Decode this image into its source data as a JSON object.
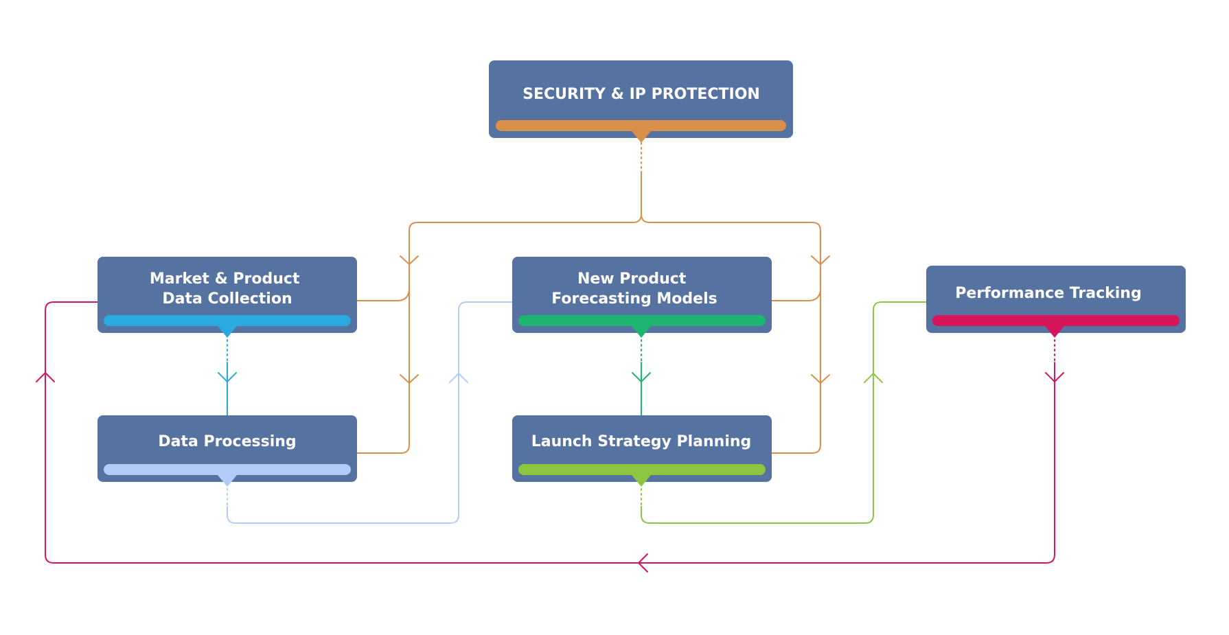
{
  "diagram": {
    "nodes": [
      {
        "id": "security",
        "lines": [
          "SECURITY & IP PROTECTION"
        ],
        "accent": "#D98F4A"
      },
      {
        "id": "market",
        "lines": [
          "Market & Product",
          "Data Collection"
        ],
        "accent": "#2AA9E0"
      },
      {
        "id": "forecast",
        "lines": [
          "New Product",
          "Forecasting Models"
        ],
        "accent": "#1DB56F"
      },
      {
        "id": "performance",
        "lines": [
          "Performance Tracking"
        ],
        "accent": "#D6145C"
      },
      {
        "id": "processing",
        "lines": [
          "Data Processing"
        ],
        "accent": "#B3CCF7"
      },
      {
        "id": "launch",
        "lines": [
          "Launch Strategy Planning"
        ],
        "accent": "#8CC63F"
      }
    ],
    "node_fill": "#5672A0",
    "connections": [
      {
        "from": "security",
        "to": "market",
        "color": "#D98F4A"
      },
      {
        "from": "security",
        "to": "processing",
        "color": "#D98F4A"
      },
      {
        "from": "security",
        "to": "forecast",
        "color": "#D98F4A"
      },
      {
        "from": "security",
        "to": "launch",
        "color": "#D98F4A"
      },
      {
        "from": "market",
        "to": "processing",
        "color": "#2AA9E0"
      },
      {
        "from": "processing",
        "to": "forecast",
        "color": "#B3CCF7"
      },
      {
        "from": "forecast",
        "to": "launch",
        "color": "#1DB56F"
      },
      {
        "from": "launch",
        "to": "performance",
        "color": "#8CC63F"
      },
      {
        "from": "performance",
        "to": "market",
        "color": "#D6145C"
      }
    ]
  }
}
